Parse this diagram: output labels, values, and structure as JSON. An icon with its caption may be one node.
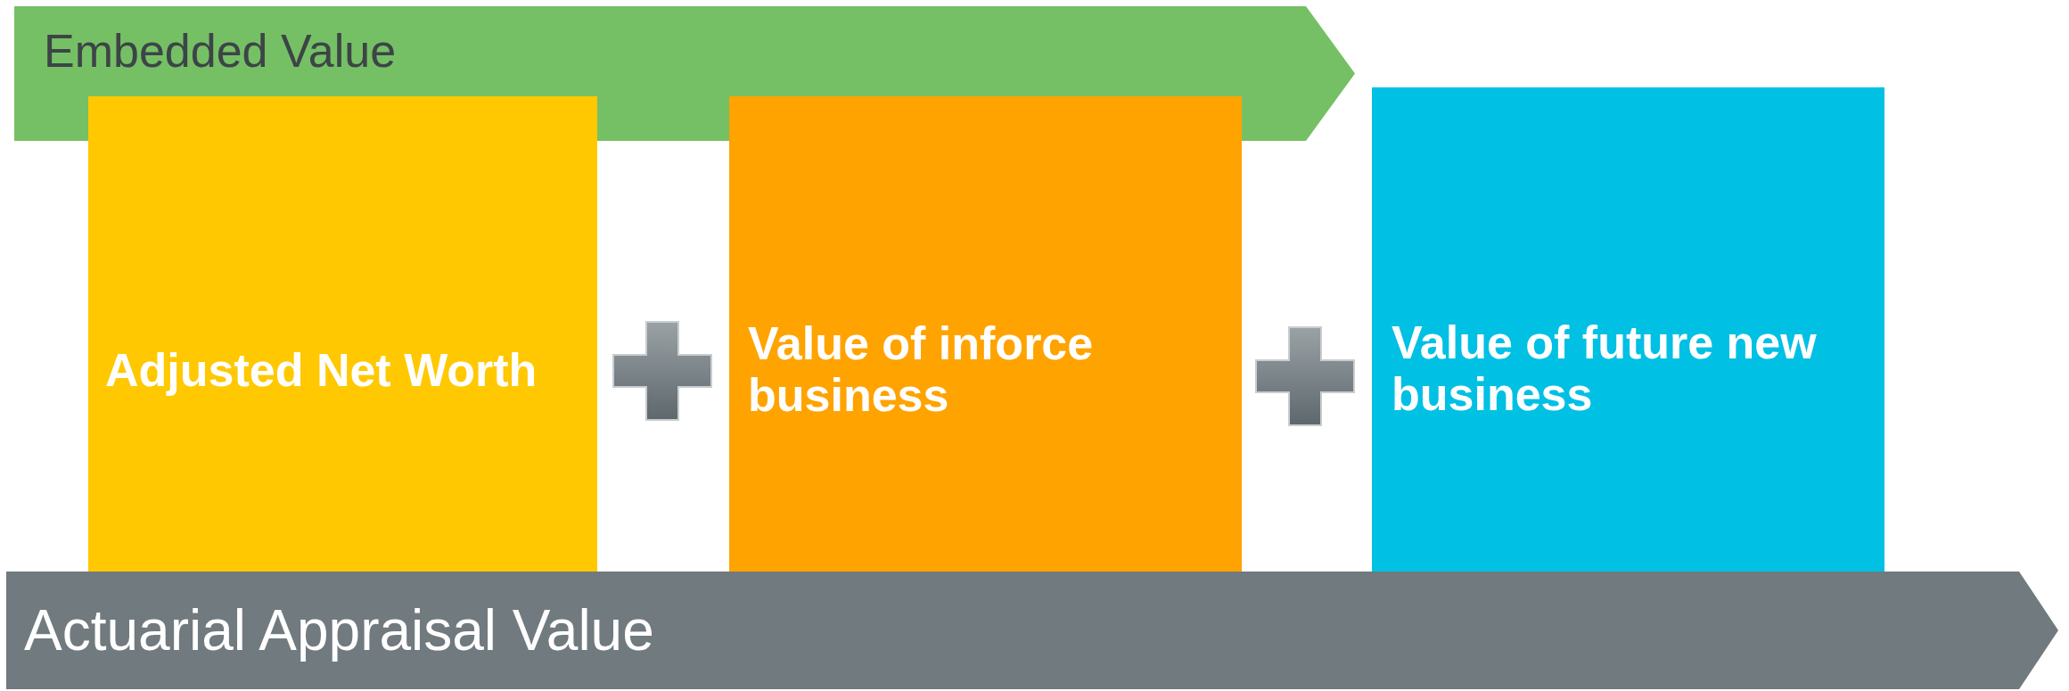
{
  "diagram": {
    "nodes": [
      {
        "text": [
          "Embedded Value"
        ]
      },
      {
        "text": [
          "Adjusted Net Worth"
        ]
      },
      {
        "text": [
          "Value of inforce business"
        ]
      },
      {
        "text": [
          "Value of future new business"
        ]
      },
      {
        "text": [
          "Actuarial Appraisal Value"
        ]
      }
    ]
  }
}
